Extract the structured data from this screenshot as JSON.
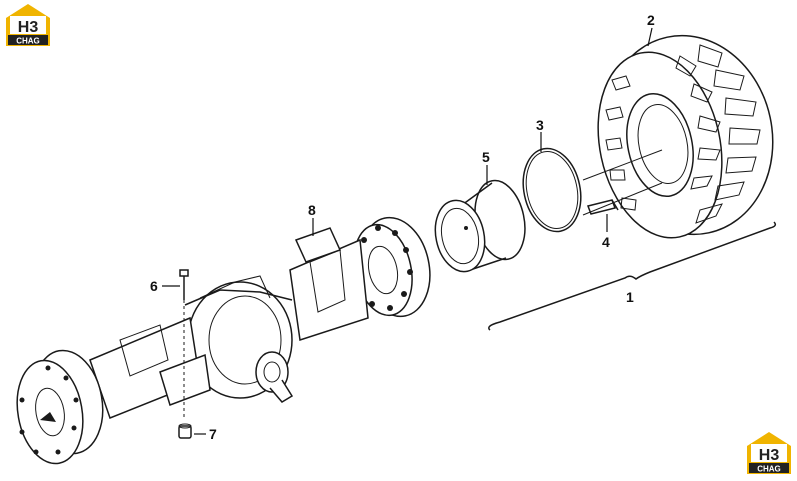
{
  "brand": {
    "logo_top": "H3",
    "logo_bottom": "CHAG",
    "accent_color": "#f0b400",
    "dark_color": "#222222"
  },
  "callouts": {
    "c1": "1",
    "c2": "2",
    "c3": "3",
    "c4": "4",
    "c5": "5",
    "c6": "6",
    "c7": "7",
    "c8": "8"
  },
  "icons": {
    "logo": "h3-chag-logo"
  }
}
